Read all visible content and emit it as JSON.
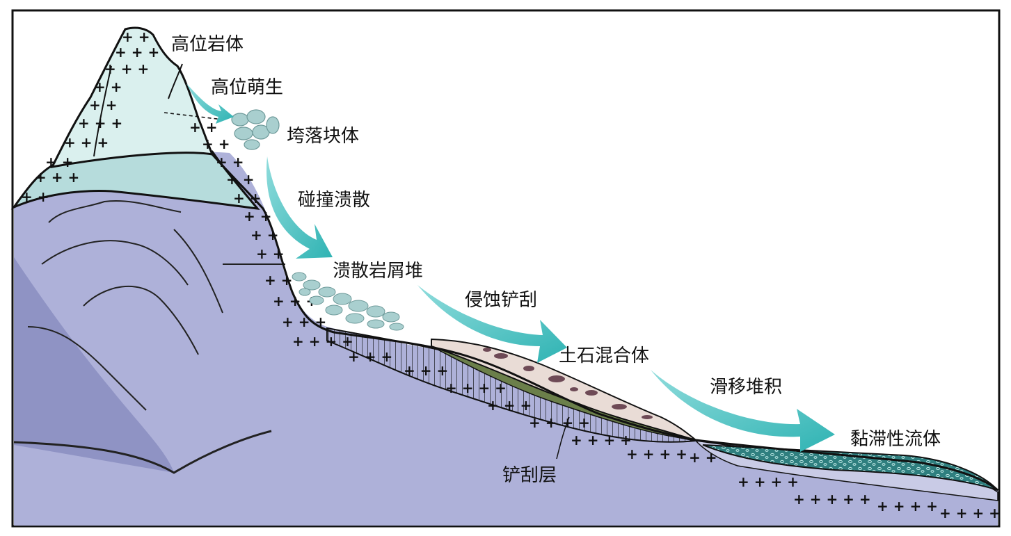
{
  "labels": {
    "high_rock": "高位岩体",
    "initiation": "高位萌生",
    "collapse_blocks": "垮落块体",
    "impact_breakup": "碰撞溃散",
    "debris_pile": "溃散岩屑堆",
    "erosion_scraping": "侵蚀铲刮",
    "soil_rock_mixture": "土石混合体",
    "slide_deposition": "滑移堆积",
    "viscous_flow": "黏滞性流体",
    "scraped_layer": "铲刮层"
  },
  "colors": {
    "mountain_body": "#aeb1d9",
    "mountain_shadow": "#8f93c4",
    "upper_rock": "#daf0ee",
    "middle_band": "#b6dcdc",
    "arrow": "#3fbcbc",
    "debris": "#a9cfcf",
    "scrape_layer": "#6b7f4a",
    "mixture": "#e9dcd6",
    "mixture_spots": "#6e4a56",
    "flow": "#2f7f7f",
    "outline": "#111111"
  }
}
